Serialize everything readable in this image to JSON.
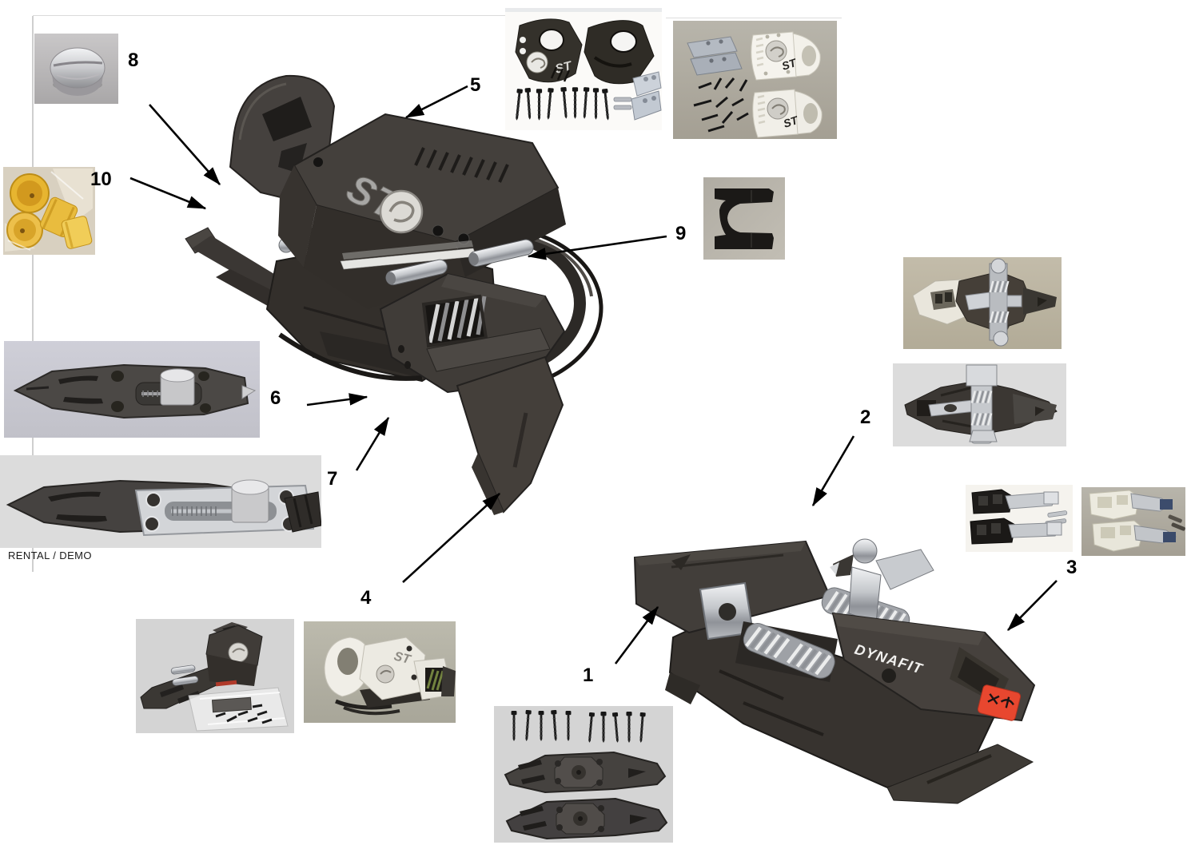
{
  "page": {
    "watermark": "RENTAL / DEMO"
  },
  "labels": {
    "n1": "1",
    "n2": "2",
    "n3": "3",
    "n4": "4",
    "n5": "5",
    "n6": "6",
    "n7": "7",
    "n8": "8",
    "n9": "9",
    "n10": "10"
  },
  "logos": {
    "st": "ST",
    "dynafit": "DYNAFIT"
  },
  "colors": {
    "arrow": "#000000",
    "charcoal_part": "#3d3a37",
    "chrome_part": "#c6c9cd",
    "white_part": "#efede6",
    "yellow_part": "#e8b832",
    "red_sticker": "#e8472f",
    "zinc_plate": "#c3cad2"
  },
  "icons": {
    "callout_arrow": "straight black arrow with filled triangular head",
    "brand_medallion": "round silver dynafit snow-leopard medallion"
  }
}
